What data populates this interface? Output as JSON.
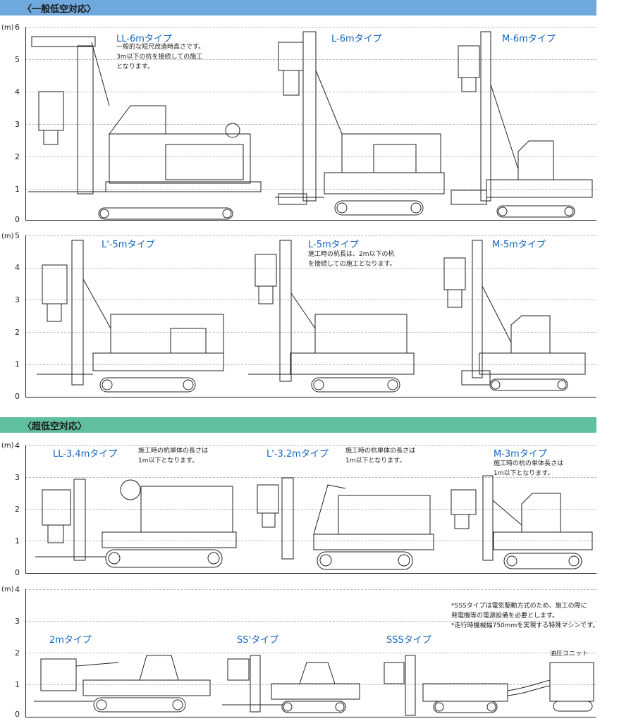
{
  "section_general": {
    "label": "〈一般低空対応〉",
    "color": "#6fa8dc"
  },
  "section_ultra": {
    "label": "〈超低空対応〉",
    "color": "#5fbf9f"
  },
  "unit_label": "(m)",
  "panel1": {
    "ticks": [
      "6",
      "5",
      "4",
      "3",
      "2",
      "1",
      "0"
    ],
    "machines": [
      {
        "title": "LL-6mタイプ",
        "note": "一般的な短尺改造時高さです。\n3m以下の杭を接続しての施工\nとなります。"
      },
      {
        "title": "L-6mタイプ",
        "note": ""
      },
      {
        "title": "M-6mタイプ",
        "note": ""
      }
    ]
  },
  "panel2": {
    "ticks": [
      "5",
      "4",
      "3",
      "2",
      "1",
      "0"
    ],
    "machines": [
      {
        "title": "L'-5mタイプ",
        "note": ""
      },
      {
        "title": "L-5mタイプ",
        "note": "施工時の杭長は、2m以下の杭\nを接続しての施工となります。"
      },
      {
        "title": "M-5mタイプ",
        "note": ""
      }
    ]
  },
  "panel3": {
    "ticks": [
      "4",
      "3",
      "2",
      "1",
      "0"
    ],
    "machines": [
      {
        "title": "LL-3.4mタイプ",
        "note": "施工時の杭単体の長さは\n1m以下となります。"
      },
      {
        "title": "L'-3.2mタイプ",
        "note": "施工時の杭単体の長さは\n1m以下となります。"
      },
      {
        "title": "M-3mタイプ",
        "note": "施工時の杭の単体長さは\n1m以下となります。"
      }
    ]
  },
  "panel4": {
    "ticks": [
      "4",
      "3",
      "2",
      "1",
      "0"
    ],
    "machines": [
      {
        "title": "2mタイプ"
      },
      {
        "title": "SS'タイプ"
      },
      {
        "title": "SSSタイプ"
      }
    ],
    "footnote": "*SSSタイプは電気駆動方式のため、施工の際に\n発電機等の電源設備を必要とします。\n*走行時機械幅750mmを実現する特殊マシンです。",
    "hydraulic_unit_label": "油圧ユニット"
  }
}
